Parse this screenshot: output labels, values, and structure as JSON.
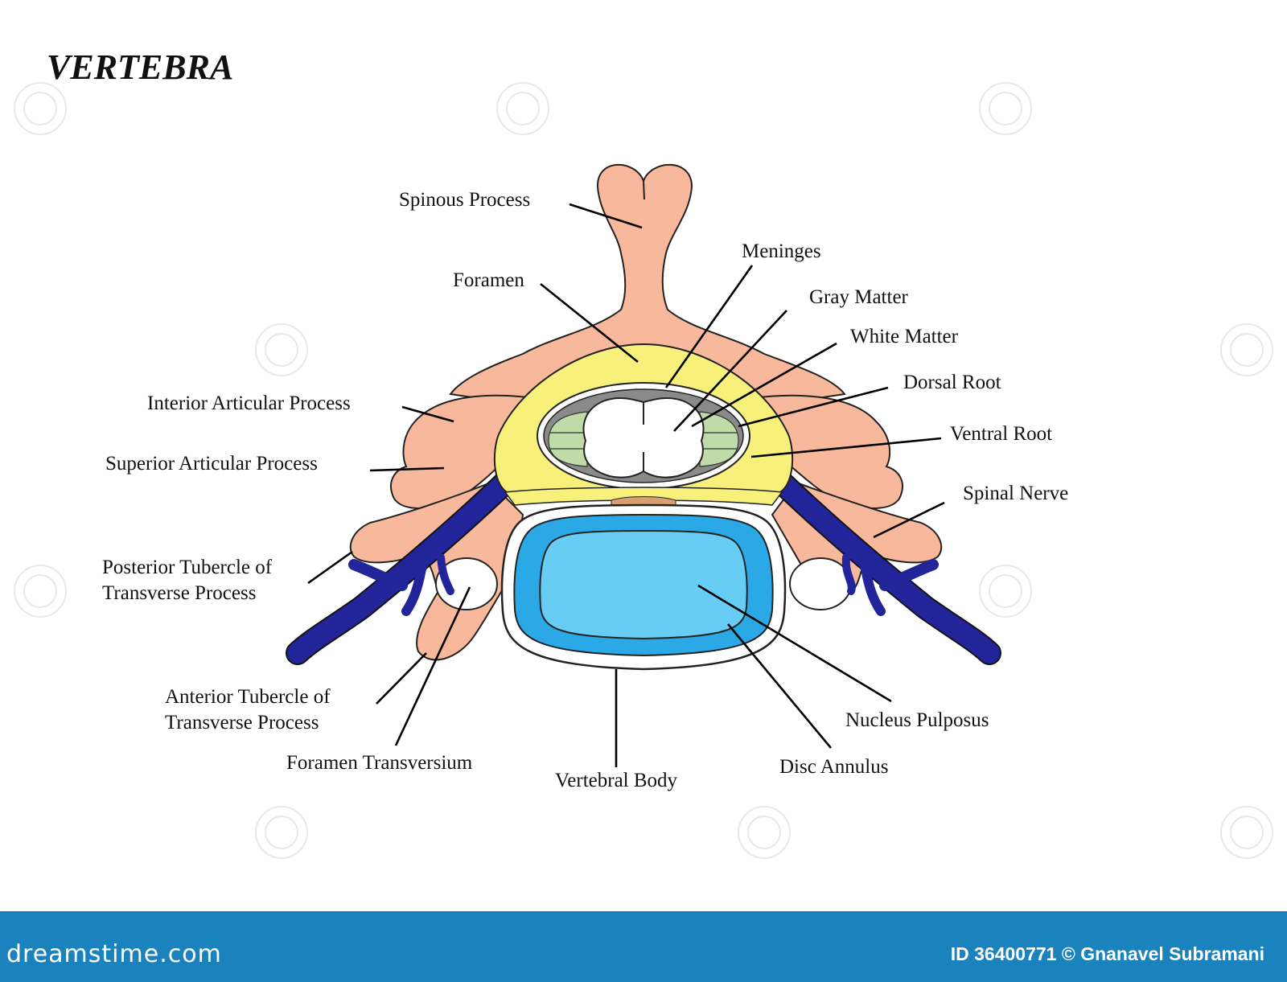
{
  "title": "VERTEBRA",
  "labels": {
    "spinous_process": "Spinous Process",
    "foramen": "Foramen",
    "meninges": "Meninges",
    "gray_matter": "Gray Matter",
    "white_matter": "White Matter",
    "dorsal_root": "Dorsal Root",
    "ventral_root": "Ventral Root",
    "spinal_nerve": "Spinal Nerve",
    "interior_articular_process": "Interior Articular Process",
    "superior_articular_process": "Superior Articular Process",
    "posterior_tubercle_line1": "Posterior Tubercle of",
    "posterior_tubercle_line2": "Transverse Process",
    "anterior_tubercle_line1": "Anterior Tubercle of",
    "anterior_tubercle_line2": "Transverse Process",
    "foramen_transversium": "Foramen Transversium",
    "vertebral_body": "Vertebral Body",
    "disc_annulus": "Disc Annulus",
    "nucleus_pulposus": "Nucleus Pulposus"
  },
  "footer": {
    "brand": "dreamstime.com",
    "credit": "ID 36400771 © Gnanavel Subramani"
  },
  "colors": {
    "bone": "#f8b89b",
    "foramen_yellow": "#f7f07a",
    "nerve_blue": "#22259a",
    "disc_outer": "#2aa9e6",
    "disc_inner": "#68cdf4",
    "gray_matter": "#8a8a8a",
    "white_matter": "#bfdca8",
    "footer_blue": "#1a82bd"
  }
}
